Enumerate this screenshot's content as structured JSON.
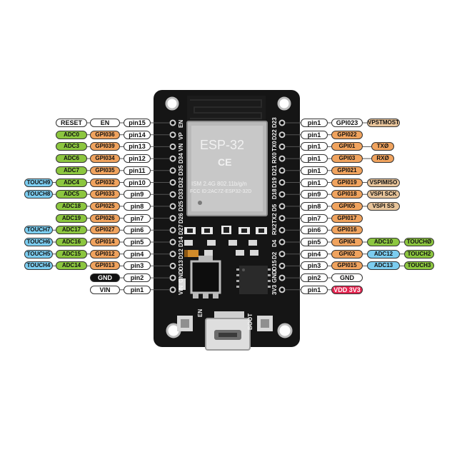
{
  "module": {
    "name": "ESP-32",
    "ce": "CE",
    "ism": "ISM 2.4G 802.11b/g/n",
    "fcc": "FCC ID:2AC7Z-ESP32-32D"
  },
  "board": {
    "en_button": "EN",
    "boot_button": "BOOT"
  },
  "left_header": [
    "VIN",
    "GND",
    "D13",
    "D12",
    "D14",
    "D27",
    "D26",
    "D25",
    "D33",
    "D32",
    "D35",
    "D34",
    "VN",
    "VP",
    "EN"
  ],
  "right_header": [
    "3V3",
    "GND",
    "D15",
    "D2",
    "D4",
    "RX2",
    "TX2",
    "D5",
    "D18",
    "D19",
    "D21",
    "RX0",
    "TX0",
    "D22",
    "D23"
  ],
  "left_rows": [
    {
      "pin": "pin15",
      "labels": [
        {
          "t": "EN",
          "c": "white"
        },
        {
          "t": "RESET",
          "c": "white"
        }
      ]
    },
    {
      "pin": "pin14",
      "labels": [
        {
          "t": "GPI036",
          "c": "orange"
        },
        {
          "t": "ADC0",
          "c": "green"
        }
      ]
    },
    {
      "pin": "pin13",
      "labels": [
        {
          "t": "GPI039",
          "c": "orange"
        },
        {
          "t": "ADC3",
          "c": "green"
        }
      ]
    },
    {
      "pin": "pin12",
      "labels": [
        {
          "t": "GPI034",
          "c": "orange"
        },
        {
          "t": "ADC6",
          "c": "green"
        }
      ]
    },
    {
      "pin": "pin11",
      "labels": [
        {
          "t": "GPI035",
          "c": "orange"
        },
        {
          "t": "ADC7",
          "c": "green"
        }
      ]
    },
    {
      "pin": "pin10",
      "labels": [
        {
          "t": "GPI032",
          "c": "orange"
        },
        {
          "t": "ADC4",
          "c": "green"
        },
        {
          "t": "TOUCH9",
          "c": "blue"
        }
      ]
    },
    {
      "pin": "pin9",
      "labels": [
        {
          "t": "GPI033",
          "c": "orange"
        },
        {
          "t": "ADC5",
          "c": "green"
        },
        {
          "t": "TOUCH8",
          "c": "blue"
        }
      ]
    },
    {
      "pin": "pin8",
      "labels": [
        {
          "t": "GPI025",
          "c": "orange"
        },
        {
          "t": "ADC18",
          "c": "green"
        }
      ]
    },
    {
      "pin": "pin7",
      "labels": [
        {
          "t": "GPI026",
          "c": "orange"
        },
        {
          "t": "ADC19",
          "c": "green"
        }
      ]
    },
    {
      "pin": "pin6",
      "labels": [
        {
          "t": "GPI027",
          "c": "orange"
        },
        {
          "t": "ADC17",
          "c": "green"
        },
        {
          "t": "TOUCH7",
          "c": "blue"
        }
      ]
    },
    {
      "pin": "pin5",
      "labels": [
        {
          "t": "GPI014",
          "c": "orange"
        },
        {
          "t": "ADC16",
          "c": "green"
        },
        {
          "t": "TOUCH6",
          "c": "blue"
        }
      ]
    },
    {
      "pin": "pin4",
      "labels": [
        {
          "t": "GPI012",
          "c": "orange"
        },
        {
          "t": "ADC15",
          "c": "green"
        },
        {
          "t": "TOUCH5",
          "c": "blue"
        }
      ]
    },
    {
      "pin": "pin3",
      "labels": [
        {
          "t": "GPI013",
          "c": "orange"
        },
        {
          "t": "ADC14",
          "c": "green"
        },
        {
          "t": "TOUCH4",
          "c": "blue"
        }
      ]
    },
    {
      "pin": "pin2",
      "labels": [
        {
          "t": "GND",
          "c": "black"
        }
      ]
    },
    {
      "pin": "pin1",
      "labels": [
        {
          "t": "VIN",
          "c": "white"
        }
      ]
    }
  ],
  "right_rows": [
    {
      "pin": "pin1",
      "labels": [
        {
          "t": "GPI023",
          "c": "white"
        },
        {
          "t": "VPSTMOST",
          "c": "tan"
        }
      ]
    },
    {
      "pin": "pin1",
      "labels": [
        {
          "t": "GPI022",
          "c": "orange"
        }
      ]
    },
    {
      "pin": "pin1",
      "labels": [
        {
          "t": "GPI01",
          "c": "orange"
        },
        {
          "t": "TXØ",
          "c": "orange"
        }
      ]
    },
    {
      "pin": "pin1",
      "labels": [
        {
          "t": "GPI03",
          "c": "orange"
        },
        {
          "t": "RXØ",
          "c": "orange"
        }
      ]
    },
    {
      "pin": "pin1",
      "labels": [
        {
          "t": "GPI021",
          "c": "orange"
        }
      ]
    },
    {
      "pin": "pin1",
      "labels": [
        {
          "t": "GPI019",
          "c": "orange"
        },
        {
          "t": "VSPIMISO",
          "c": "tan"
        }
      ]
    },
    {
      "pin": "pin9",
      "labels": [
        {
          "t": "GPI018",
          "c": "orange"
        },
        {
          "t": "VSPI SCK",
          "c": "tan"
        }
      ]
    },
    {
      "pin": "pin8",
      "labels": [
        {
          "t": "GPI05",
          "c": "orange"
        },
        {
          "t": "VSPI SS",
          "c": "tan"
        }
      ]
    },
    {
      "pin": "pin7",
      "labels": [
        {
          "t": "GPI017",
          "c": "orange"
        }
      ]
    },
    {
      "pin": "pin6",
      "labels": [
        {
          "t": "GPI016",
          "c": "orange"
        }
      ]
    },
    {
      "pin": "pin5",
      "labels": [
        {
          "t": "GPI04",
          "c": "orange"
        },
        {
          "t": "ADC10",
          "c": "green"
        },
        {
          "t": "TOUCHØ",
          "c": "green"
        }
      ]
    },
    {
      "pin": "pin4",
      "labels": [
        {
          "t": "GPI02",
          "c": "orange"
        },
        {
          "t": "ADC12",
          "c": "blue"
        },
        {
          "t": "TOUCH2",
          "c": "green"
        }
      ]
    },
    {
      "pin": "pin3",
      "labels": [
        {
          "t": "GPI015",
          "c": "orange"
        },
        {
          "t": "ADC13",
          "c": "blue"
        },
        {
          "t": "TOUCH3",
          "c": "green"
        }
      ]
    },
    {
      "pin": "pin2",
      "labels": [
        {
          "t": "GND",
          "c": "white"
        }
      ]
    },
    {
      "pin": "pin1",
      "labels": [
        {
          "t": "VDD 3V3",
          "c": "red"
        }
      ]
    }
  ]
}
